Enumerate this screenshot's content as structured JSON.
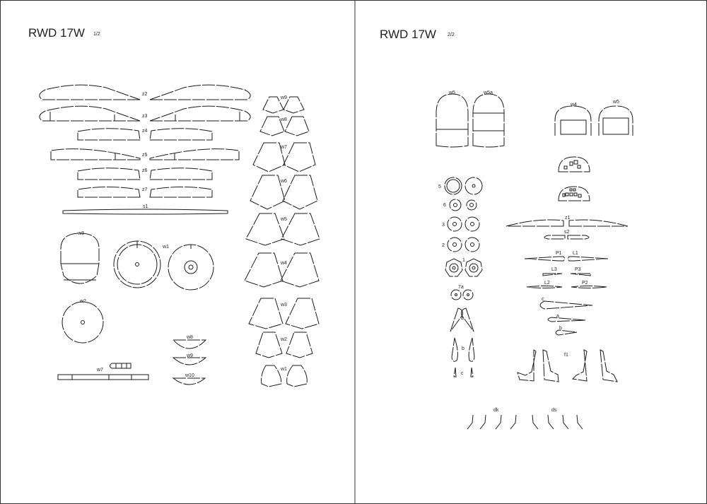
{
  "sheet_left": {
    "title": "RWD 17W",
    "page": "1/2",
    "labels": {
      "z2": "z2",
      "z3": "z3",
      "z4": "z4",
      "z5": "z5",
      "z6": "z6",
      "z7": "z7",
      "s1": "s1",
      "w9": "w9",
      "w8": "w8",
      "w7": "w7",
      "w6": "w6",
      "w5": "w5",
      "w4": "w4",
      "w3": "w3",
      "w2": "w2",
      "w1": "w1",
      "egg": "w3",
      "ring": "w1",
      "disc": "w2",
      "strip": "w7",
      "h8": "w8",
      "h9": "w9",
      "h10": "w10"
    }
  },
  "sheet_right": {
    "title": "RWD 17W",
    "page": "2/2",
    "labels": {
      "w5": "w5",
      "w5a": "w5a",
      "w4": "w4",
      "w5b": "w5",
      "c5": "5",
      "c6": "6",
      "c3": "3",
      "c2": "2",
      "c1": "1",
      "c7a": "7a",
      "a": "a",
      "b": "b",
      "c": "c",
      "z1": "z1",
      "s2": "s2",
      "P1": "P1",
      "L1": "L1",
      "L3": "L3",
      "P3": "P3",
      "L2": "L2",
      "P2": "P2",
      "c2b": "c",
      "a2": "a",
      "b2": "b",
      "f1": "f1",
      "dk": "dk",
      "ds": "ds"
    }
  }
}
